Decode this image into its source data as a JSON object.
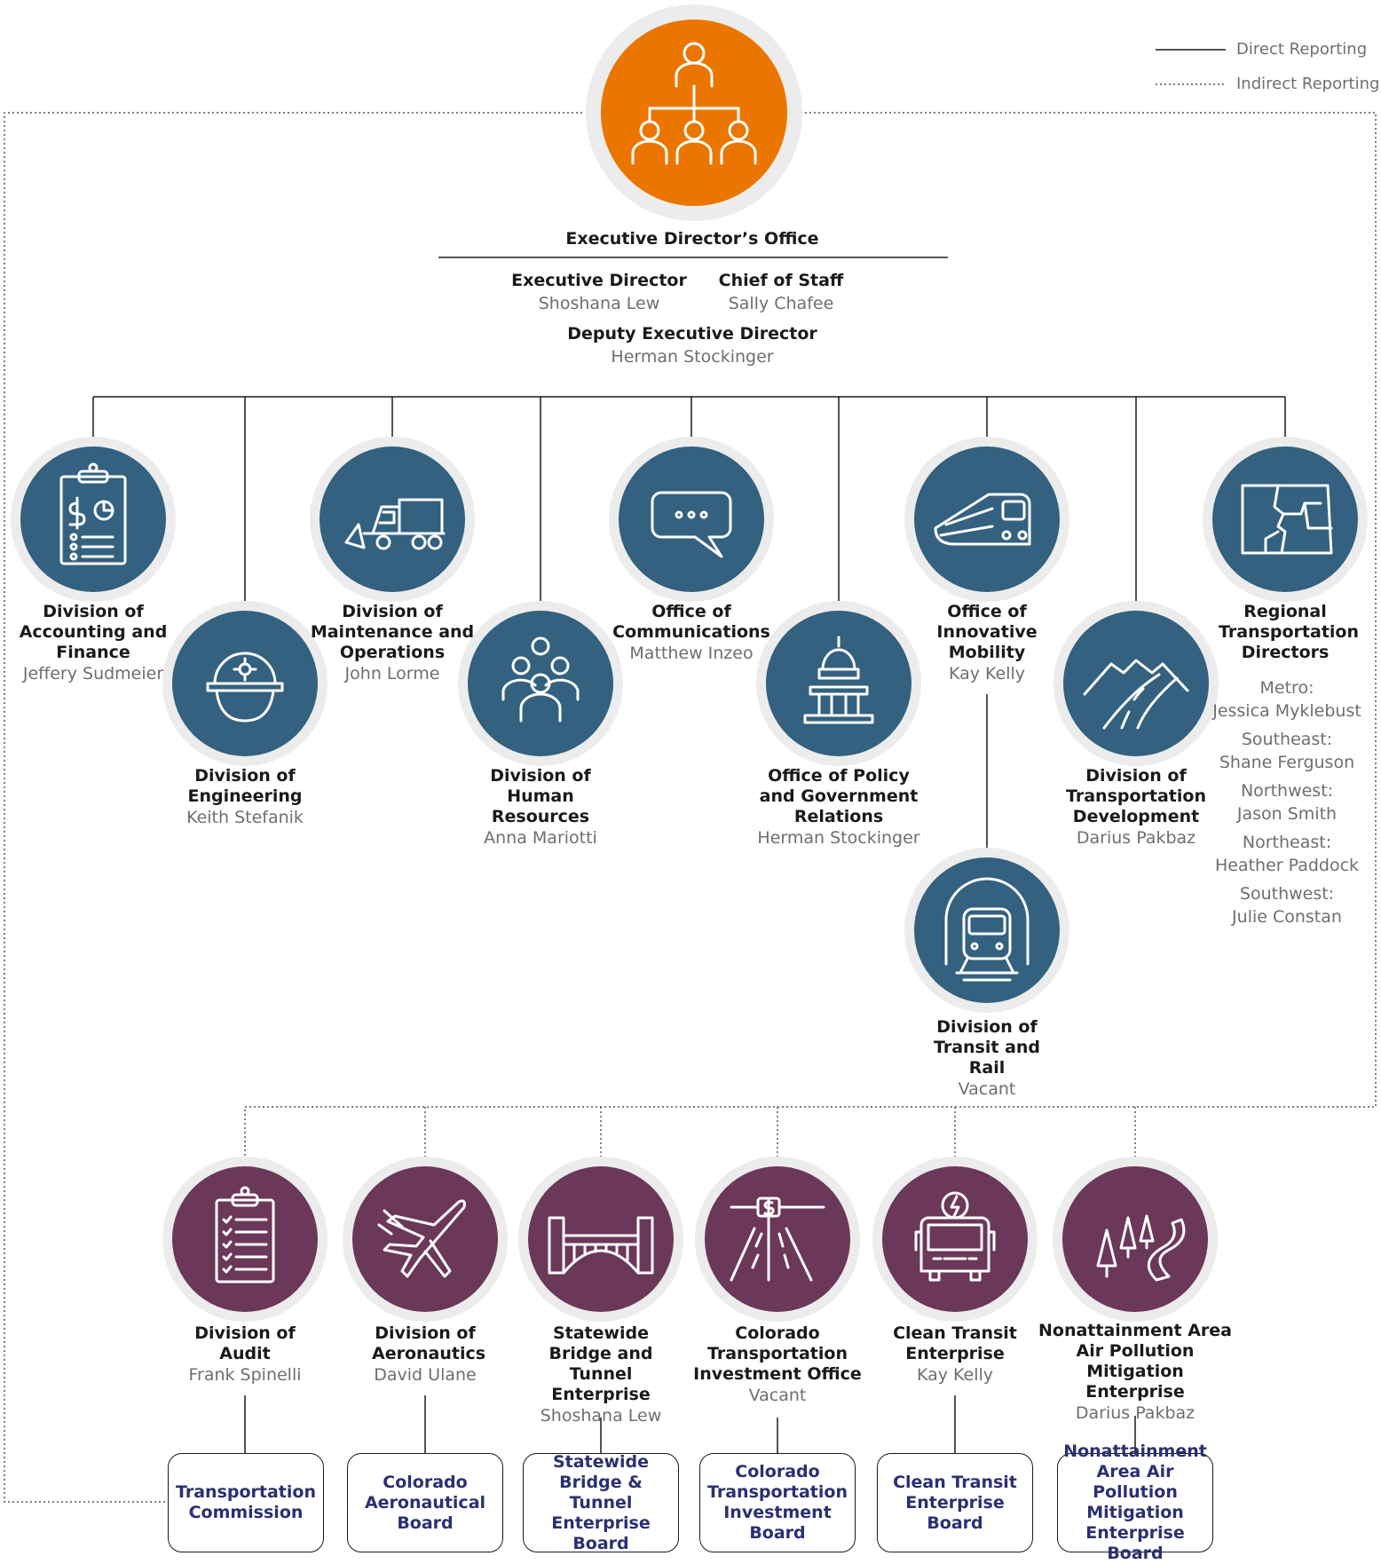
{
  "legend": {
    "direct": "Direct Reporting",
    "indirect": "Indirect Reporting"
  },
  "executive": {
    "office": "Executive Director’s Office",
    "director_title": "Executive Director",
    "director_name": "Shoshana Lew",
    "chief_title": "Chief of Staff",
    "chief_name": "Sally Chafee",
    "deputy_title": "Deputy Executive Director",
    "deputy_name": "Herman Stockinger"
  },
  "divisions": [
    {
      "title": "Division of Accounting and Finance",
      "name": "Jeffery Sudmeier",
      "icon": "clipboard-finance-icon"
    },
    {
      "title": "Division of Engineering",
      "name": "Keith Stefanik",
      "icon": "hard-hat-icon"
    },
    {
      "title": "Division of Maintenance and Operations",
      "name": "John Lorme",
      "icon": "snowplow-truck-icon"
    },
    {
      "title": "Division of Human Resources",
      "name": "Anna Mariotti",
      "icon": "people-group-icon"
    },
    {
      "title": "Office of Communications",
      "name": "Matthew Inzeo",
      "icon": "speech-bubble-icon"
    },
    {
      "title": "Office of Policy and Government Relations",
      "name": "Herman Stockinger",
      "icon": "capitol-building-icon"
    },
    {
      "title": "Office of Innovative Mobility",
      "name": "Kay Kelly",
      "icon": "train-icon"
    },
    {
      "title": "Division of Transportation Development",
      "name": "Darius Pakbaz",
      "icon": "mountain-road-icon"
    },
    {
      "title": "Regional Transportation Directors",
      "name": "",
      "icon": "colorado-map-icon"
    },
    {
      "title": "Division of Transit and Rail",
      "name": "Vacant",
      "icon": "tunnel-train-icon"
    }
  ],
  "regions": [
    {
      "region": "Metro:",
      "name": "Jessica Myklebust"
    },
    {
      "region": "Southeast:",
      "name": "Shane Ferguson"
    },
    {
      "region": "Northwest:",
      "name": "Jason Smith"
    },
    {
      "region": "Northeast:",
      "name": "Heather Paddock"
    },
    {
      "region": "Southwest:",
      "name": "Julie Constan"
    }
  ],
  "enterprises": [
    {
      "title": "Division of Audit",
      "name": "Frank Spinelli",
      "icon": "audit-checklist-icon",
      "board": "Transportation Commission"
    },
    {
      "title": "Division of Aeronautics",
      "name": "David Ulane",
      "icon": "airplane-icon",
      "board": "Colorado Aeronautical Board"
    },
    {
      "title": "Statewide Bridge and Tunnel Enterprise",
      "name": "Shoshana Lew",
      "icon": "bridge-icon",
      "board": "Statewide Bridge & Tunnel Enterprise Board"
    },
    {
      "title": "Colorado Transportation Investment Office",
      "name": "Vacant",
      "icon": "toll-road-icon",
      "board": "Colorado Transportation Investment Board"
    },
    {
      "title": "Clean Transit Enterprise",
      "name": "Kay Kelly",
      "icon": "electric-bus-icon",
      "board": "Clean Transit Enterprise Board"
    },
    {
      "title": "Nonattainment Area Air Pollution Mitigation Enterprise",
      "name": "Darius Pakbaz",
      "icon": "trees-road-icon",
      "board": "Nonattainment Area Air Pollution Mitigation Enterprise Board"
    }
  ],
  "colors": {
    "division": "#33617f",
    "enterprise": "#6b3859",
    "executive": "#ea7600",
    "board_text": "#2b2f72"
  }
}
